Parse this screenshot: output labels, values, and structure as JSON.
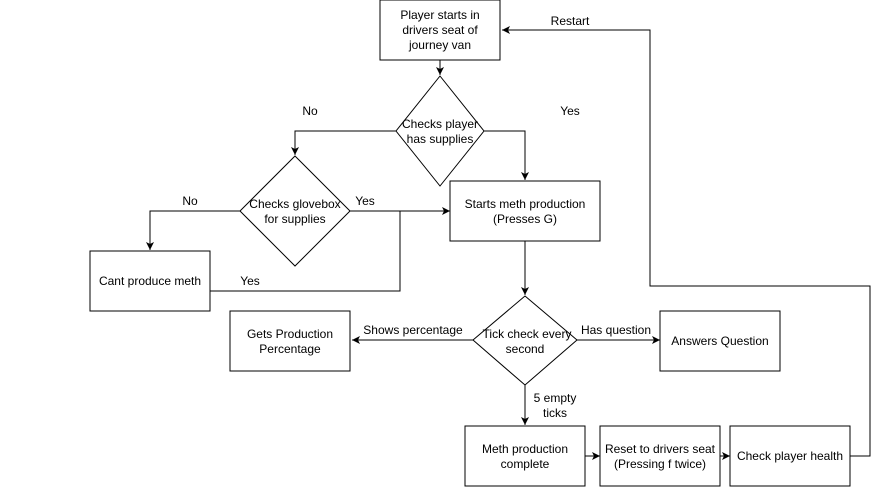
{
  "nodes": {
    "start": [
      "Player starts in",
      "drivers seat of",
      "journey van"
    ],
    "check_supplies": [
      "Checks player",
      "has supplies"
    ],
    "check_glovebox": [
      "Checks glovebox",
      "for supplies"
    ],
    "start_production": [
      "Starts meth production",
      "(Presses G)"
    ],
    "cant_produce": [
      "Cant produce meth"
    ],
    "tick_check": [
      "Tick check every",
      "second"
    ],
    "production_percentage": [
      "Gets Production",
      "Percentage"
    ],
    "answers_question": [
      "Answers Question"
    ],
    "production_complete": [
      "Meth production",
      "complete"
    ],
    "reset_seat": [
      "Reset to drivers seat",
      "(Pressing f twice)"
    ],
    "check_health": [
      "Check player health"
    ]
  },
  "edge_labels": {
    "restart": "Restart",
    "supplies_no": "No",
    "supplies_yes": "Yes",
    "glovebox_no": "No",
    "glovebox_yes": "Yes",
    "cant_yes": "Yes",
    "shows_percentage": "Shows percentage",
    "has_question": "Has question",
    "empty_ticks": [
      "5 empty",
      "ticks"
    ]
  }
}
